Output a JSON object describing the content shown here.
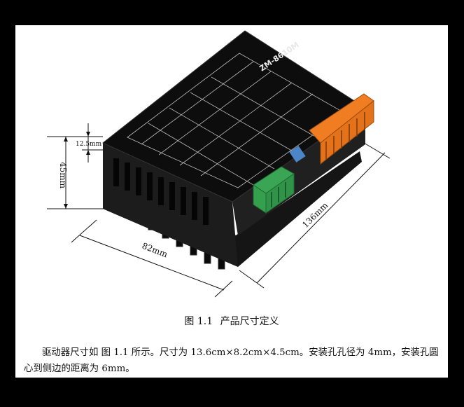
{
  "figure": {
    "product_label": "ZM-8610M",
    "dimensions": {
      "small_height": "12.5mm",
      "height": "45mm",
      "width": "82mm",
      "length": "136mm"
    }
  },
  "caption": {
    "number": "图 1.1",
    "text": "产品尺寸定义"
  },
  "paragraph": "驱动器尺寸如 图 1.1 所示。尺寸为 13.6cm×8.2cm×4.5cm。安装孔孔径为 4mm，安装孔圆心到侧边的距离为 6mm。",
  "colors": {
    "page_background": "#ffffff",
    "frame": "#000000",
    "body_black": "#0d0d0d",
    "terminal_orange": "#f07d22",
    "terminal_green": "#3aa655",
    "dip_blue": "#4d86c8"
  }
}
